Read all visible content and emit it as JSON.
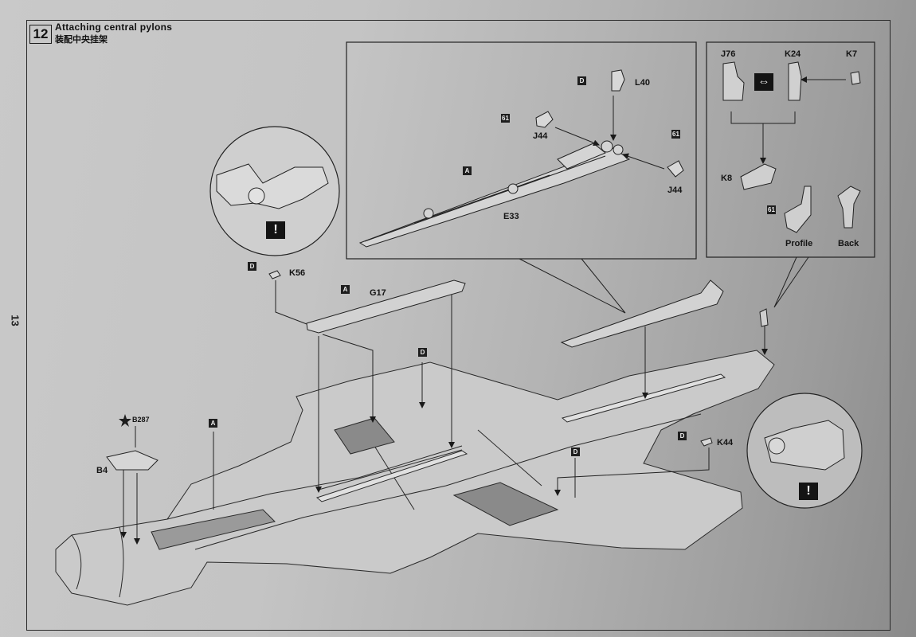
{
  "step": {
    "number": "12",
    "title_en": "Attaching central pylons",
    "title_cn": "装配中央挂架"
  },
  "page_number": "13",
  "detail_top": {
    "tags": {
      "a": "A",
      "d": "D",
      "n61_left": "61",
      "n61_right": "61"
    },
    "parts": {
      "l40": "L40",
      "j44_left": "J44",
      "j44_right": "J44",
      "e33": "E33"
    }
  },
  "detail_right": {
    "parts": {
      "j76": "J76",
      "k24": "K24",
      "k7": "K7",
      "k8": "K8"
    },
    "tag_61": "61",
    "views": {
      "profile": "Profile",
      "back": "Back"
    },
    "swap_symbol": "⇔"
  },
  "callout_left": {
    "warning": "!"
  },
  "callout_right": {
    "warning": "!"
  },
  "main": {
    "tags": {
      "d_k56": "D",
      "a_g17": "A",
      "d_mid": "D",
      "a_front": "A",
      "d_k44": "D",
      "d_rear": "D"
    },
    "parts": {
      "k56": "K56",
      "g17": "G17",
      "k44": "K44",
      "b287": "B287",
      "b4": "B4"
    }
  }
}
